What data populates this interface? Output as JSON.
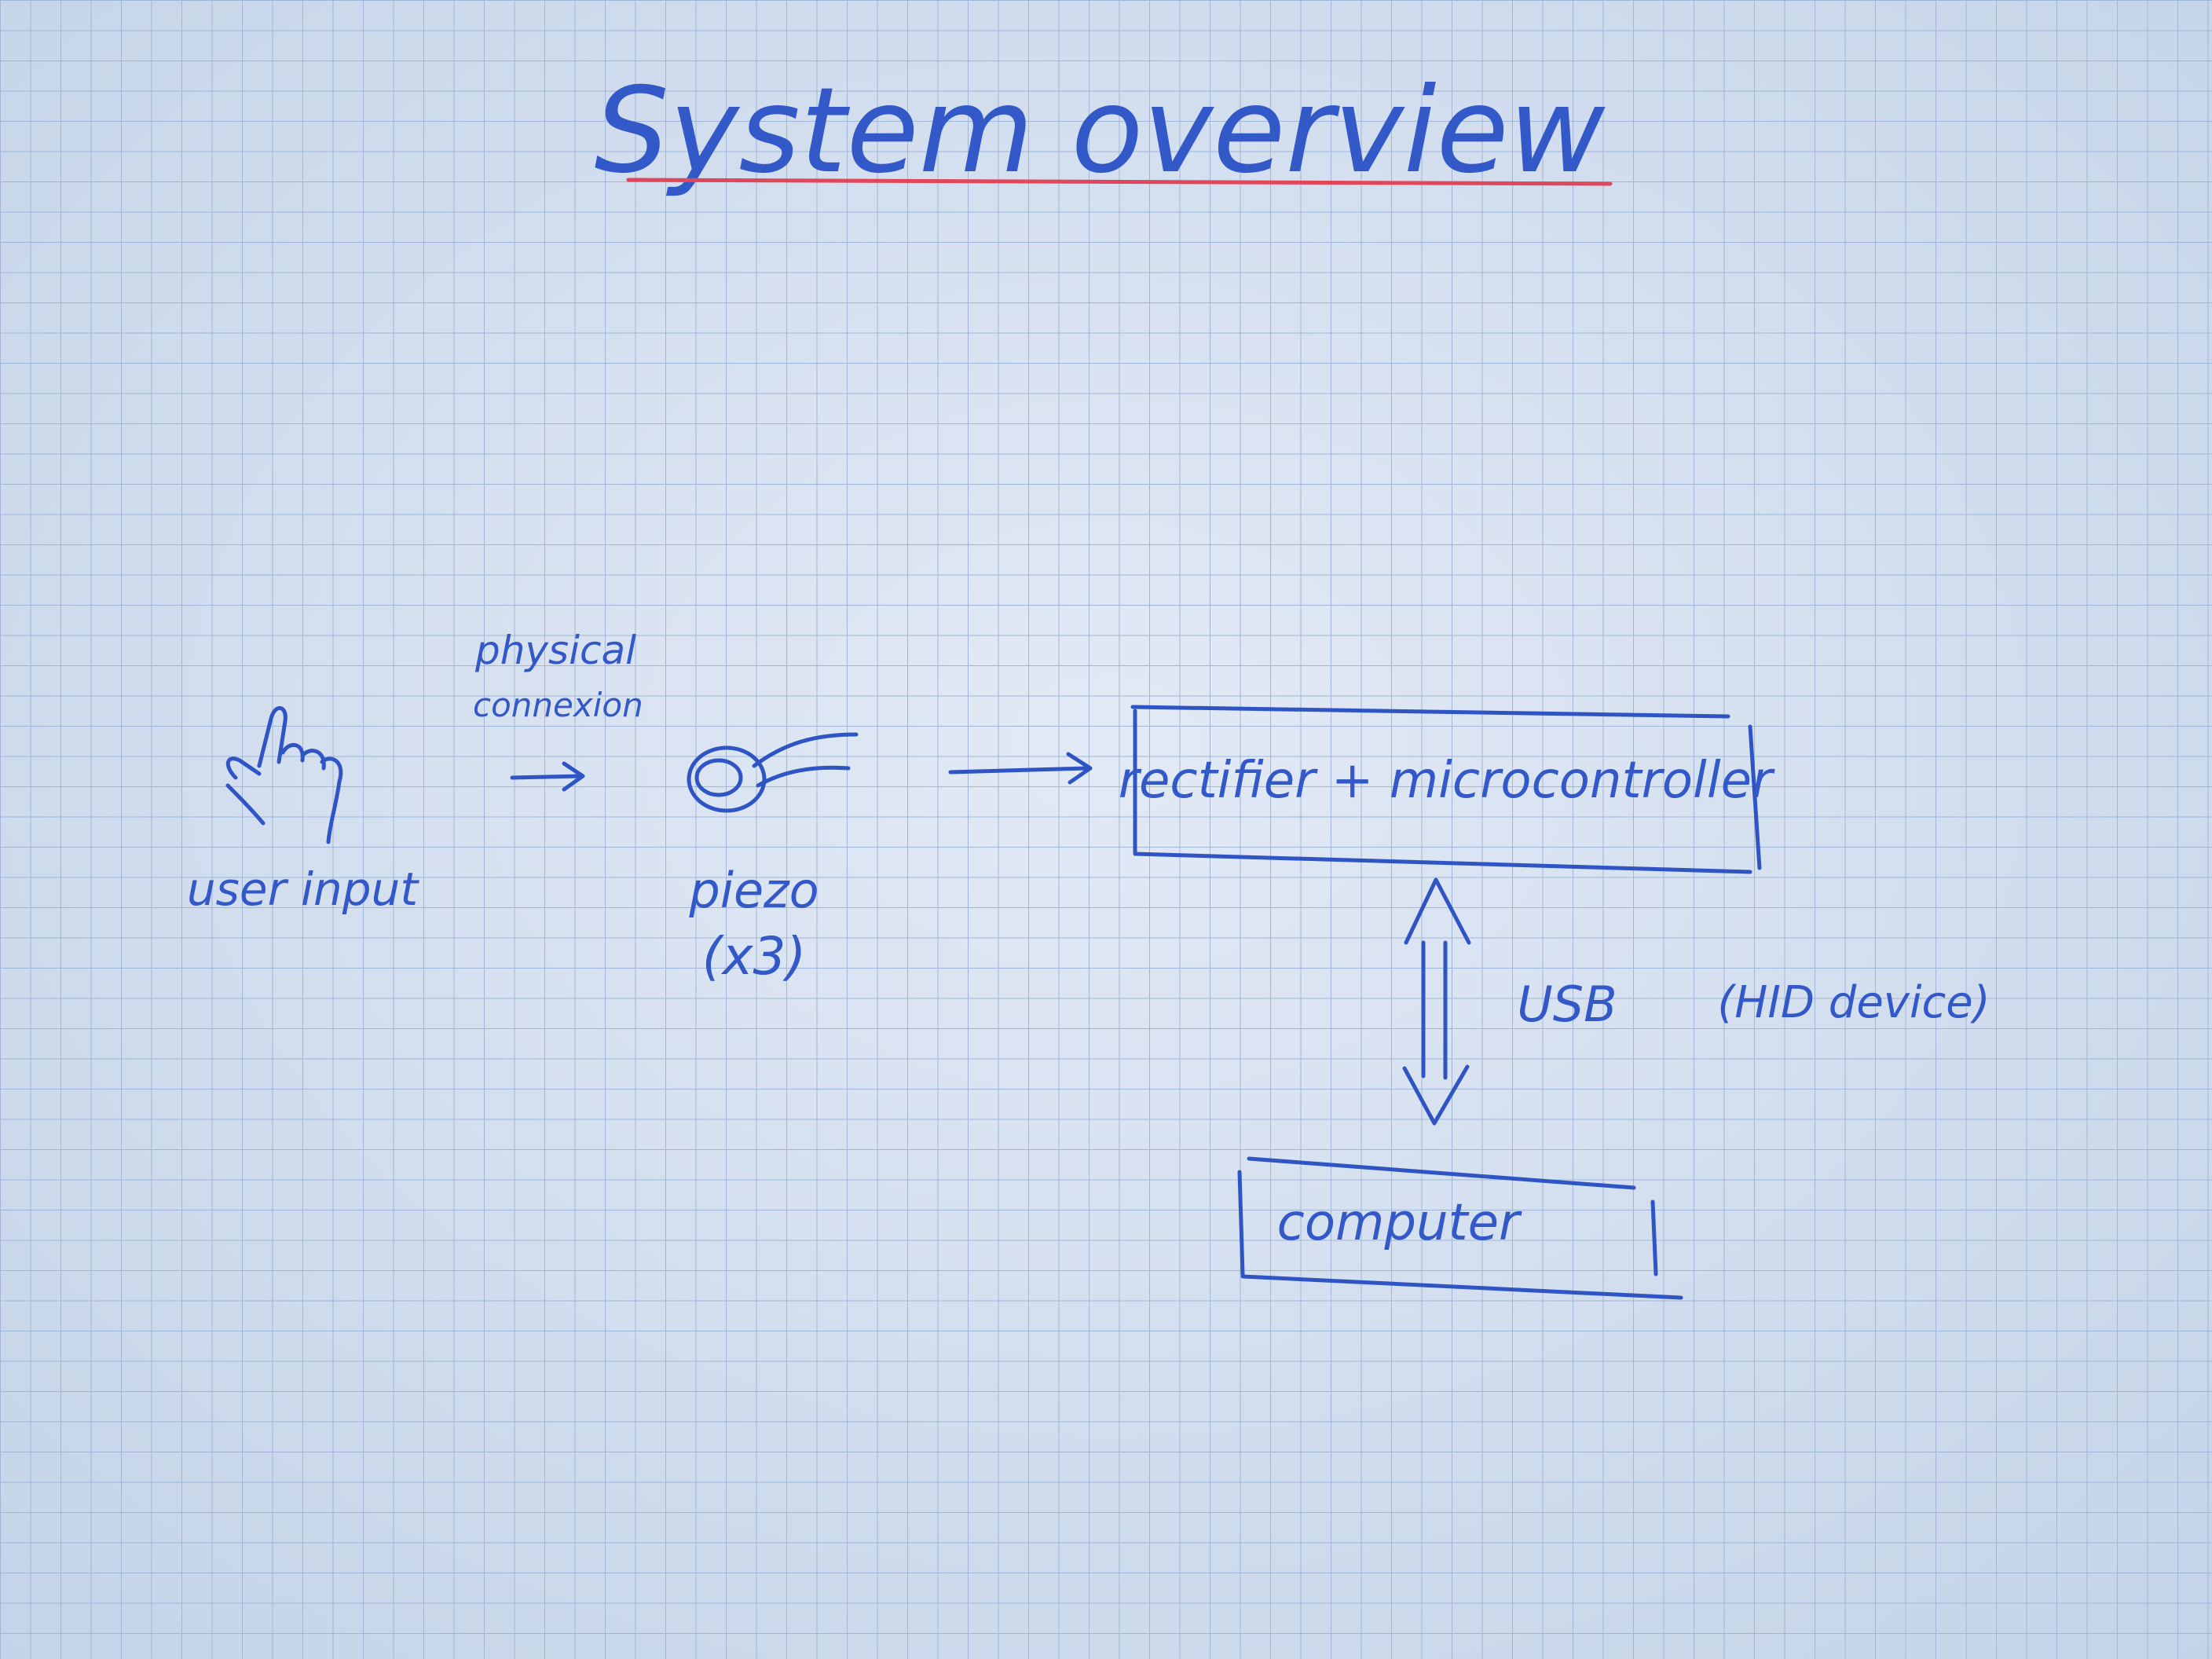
{
  "title": "System overview",
  "labels": {
    "user_input": "user input",
    "physical_connexion_line1": "physical",
    "physical_connexion_line2": "connexion",
    "piezo": "piezo",
    "piezo_count": "(x3)",
    "rectifier_box": "rectifier + microcontroller",
    "usb": "USB",
    "hid": "(HID device)",
    "computer_box": "computer"
  },
  "colors": {
    "ink": "#2f55c4",
    "title_underline": "#e0475a",
    "paper": "#d6e1ef",
    "grid": "#9fb6d8"
  },
  "icons": {
    "hand": "pointing-hand-icon",
    "piezo": "piezo-disc-icon"
  }
}
